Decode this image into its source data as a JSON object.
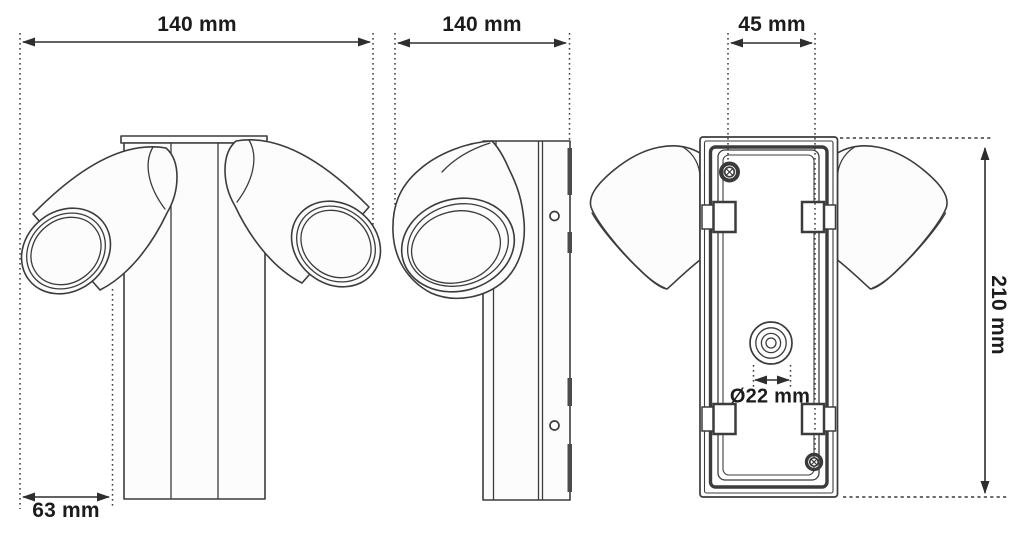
{
  "figure": {
    "title": "Dual-head wall light - dimensional technical drawing",
    "type": "technical-line-drawing",
    "views": [
      {
        "id": "front",
        "description": "front view, two angled spot heads on central column"
      },
      {
        "id": "side",
        "description": "side profile view, one head visible, wall plate at right"
      },
      {
        "id": "back",
        "description": "rear view of mounting plate with clips, screws and cable gland"
      }
    ],
    "dimensions": {
      "front_width": "140 mm",
      "side_depth": "140 mm",
      "back_plate_width": "45 mm",
      "overall_height": "210 mm",
      "head_offset": "63 mm",
      "cable_hole_diameter": "Ø22 mm"
    },
    "colors": {
      "background": "#ffffff",
      "line": "#3c3c3c",
      "dimension_line": "#2e2e2e",
      "text": "#1c1c1c",
      "shape_fill": "#fcfcfc"
    }
  }
}
